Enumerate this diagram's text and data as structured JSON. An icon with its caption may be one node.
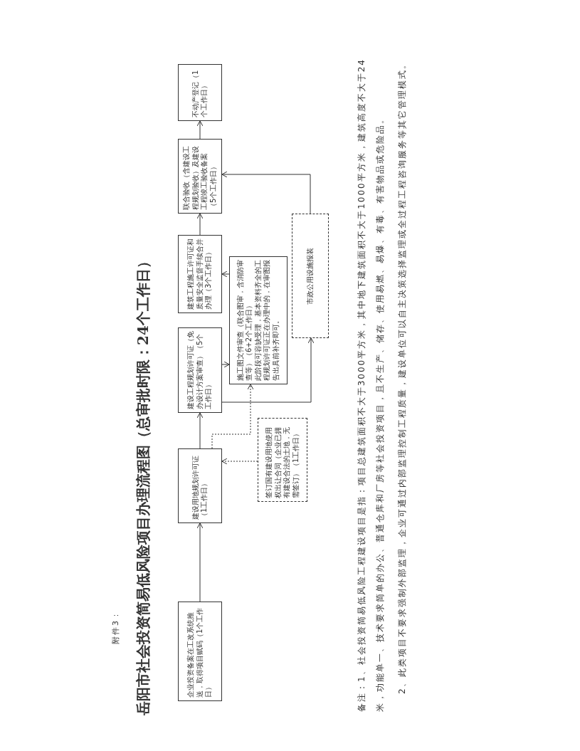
{
  "diagram": {
    "title": "岳阳市社会投资简易低风险项目办理流程图（总审批时限：24个工作日）",
    "nodes": [
      {
        "text": [
          "企业投资备案在工改系统推送，取得项目赋码（1个工作日）"
        ]
      },
      {
        "text": [
          "建设用地规划许可证（1工作日）"
        ]
      },
      {
        "text": [
          "签订国有建设用地使用权出让合同（企业已拥有建设合法的土地，无需签订）（1工作日）"
        ]
      },
      {
        "text": [
          "建设工程规划许可证（免办设计方案审查）（5个工作日）"
        ]
      },
      {
        "text": [
          "施工图文件审查（联合图审，含消防审查等）（6+2个工作日）",
          "此阶段可容缺受理，基本资料齐全的工程规划许可证正在办理中的，在审图报告出具前补齐即可。"
        ]
      },
      {
        "text": [
          "市政公用设施报装"
        ]
      },
      {
        "text": [
          "建筑工程施工许可证和质量安全监督手续合并办理（3个工作日）"
        ]
      },
      {
        "text": [
          "联合验收（含建设工程规划验收）及建设工程竣工验收备案（5个工作日）"
        ]
      },
      {
        "text": [
          "不动产登记（1个工作日）"
        ]
      }
    ],
    "edges": [
      {
        "from": 0,
        "to": 1,
        "arrow": "to"
      },
      {
        "from": 2,
        "to": 1,
        "arrow": "to",
        "style": "dashed"
      },
      {
        "from": 1,
        "to": 3,
        "arrow": "to"
      },
      {
        "from": 1,
        "to": 4,
        "arrow": "to",
        "style": "dashed"
      },
      {
        "from": 3,
        "to": 4,
        "arrow": "to"
      },
      {
        "from": 3,
        "to": 5,
        "arrow": "to"
      },
      {
        "from": 4,
        "to": 6,
        "arrow": "to"
      },
      {
        "from": 5,
        "to": 7,
        "arrow": "to"
      },
      {
        "from": 6,
        "to": 7,
        "arrow": "to"
      },
      {
        "from": 7,
        "to": 8,
        "arrow": "to"
      }
    ],
    "labels": [
      "附件3：",
      "备注：1、社会投资简易低风险工程建设项目是指：项目总建筑面积不大于3000平方米，其中地下建筑面积不大于1000平方米，建筑高度不大于24米，功能单一、技术要求简单的办公、普通仓库和厂房等社会投资项目，且不生产、储存、使用易燃、易爆、有毒、有害物品或危险品。",
      "2、此类项目不要求强制外部监理，企业可通过内部监理控制工程质量，建设单位可以自主决策选择监理或全过程工程咨询服务等其它管理模式。"
    ]
  }
}
